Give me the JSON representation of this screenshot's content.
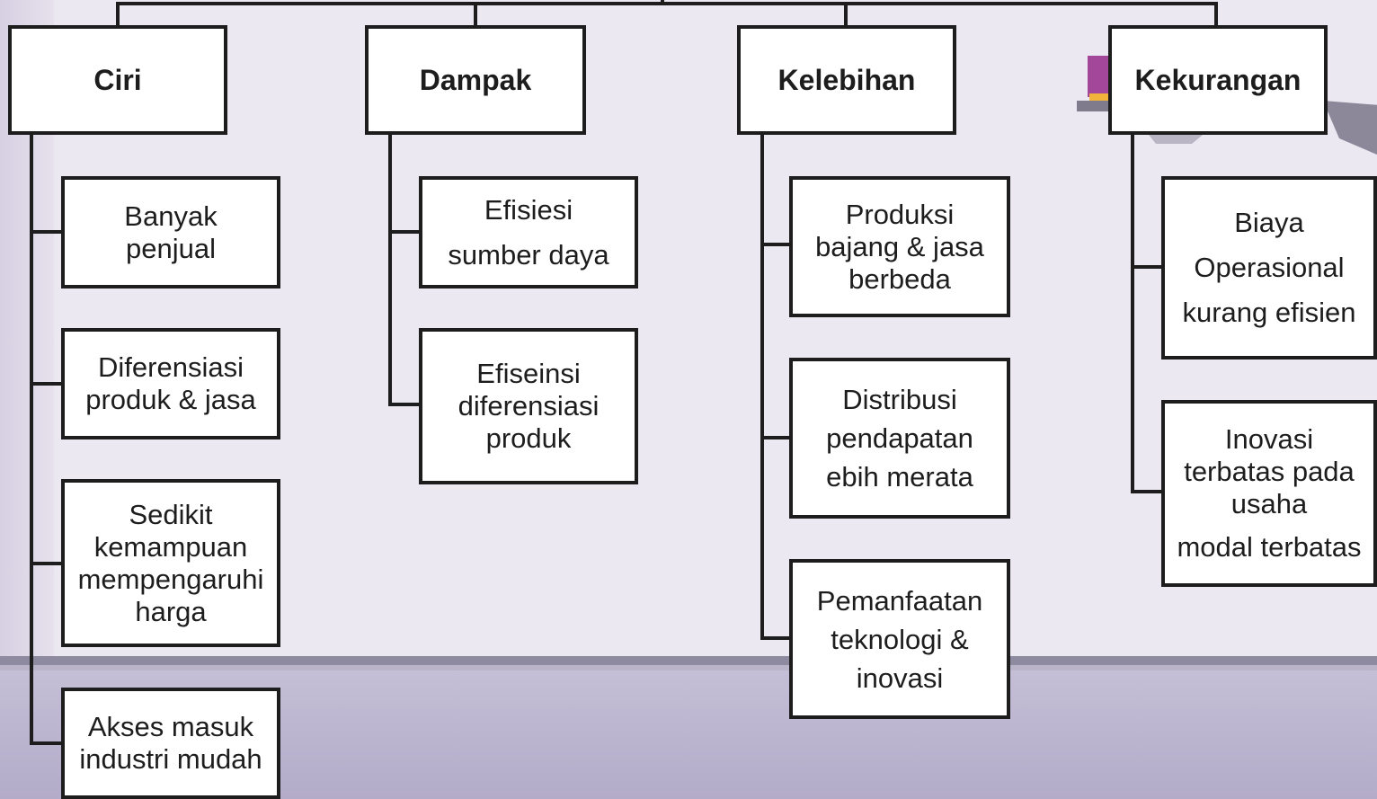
{
  "diagram": {
    "columns": [
      {
        "title": "Ciri",
        "items": [
          [
            "Banyak",
            "penjual"
          ],
          [
            "Diferensiasi",
            "produk & jasa"
          ],
          [
            "Sedikit",
            "kemampuan",
            "mempengaruhi",
            "harga"
          ],
          [
            "Akses masuk",
            "industri mudah"
          ]
        ]
      },
      {
        "title": "Dampak",
        "items": [
          [
            "Efisiesi",
            "sumber daya"
          ],
          [
            "Efiseinsi",
            "diferensiasi",
            "produk"
          ]
        ]
      },
      {
        "title": "Kelebihan",
        "items": [
          [
            "Produksi",
            "bajang & jasa",
            "berbeda"
          ],
          [
            "Distribusi",
            "pendapatan",
            "ebih merata"
          ],
          [
            "Pemanfaatan",
            "teknologi &",
            "inovasi"
          ]
        ]
      },
      {
        "title": "Kekurangan",
        "items": [
          [
            "Biaya",
            "Operasional",
            "kurang efisien"
          ],
          [
            "Inovasi",
            "terbatas pada",
            "usaha",
            "modal terbatas"
          ]
        ]
      }
    ]
  }
}
